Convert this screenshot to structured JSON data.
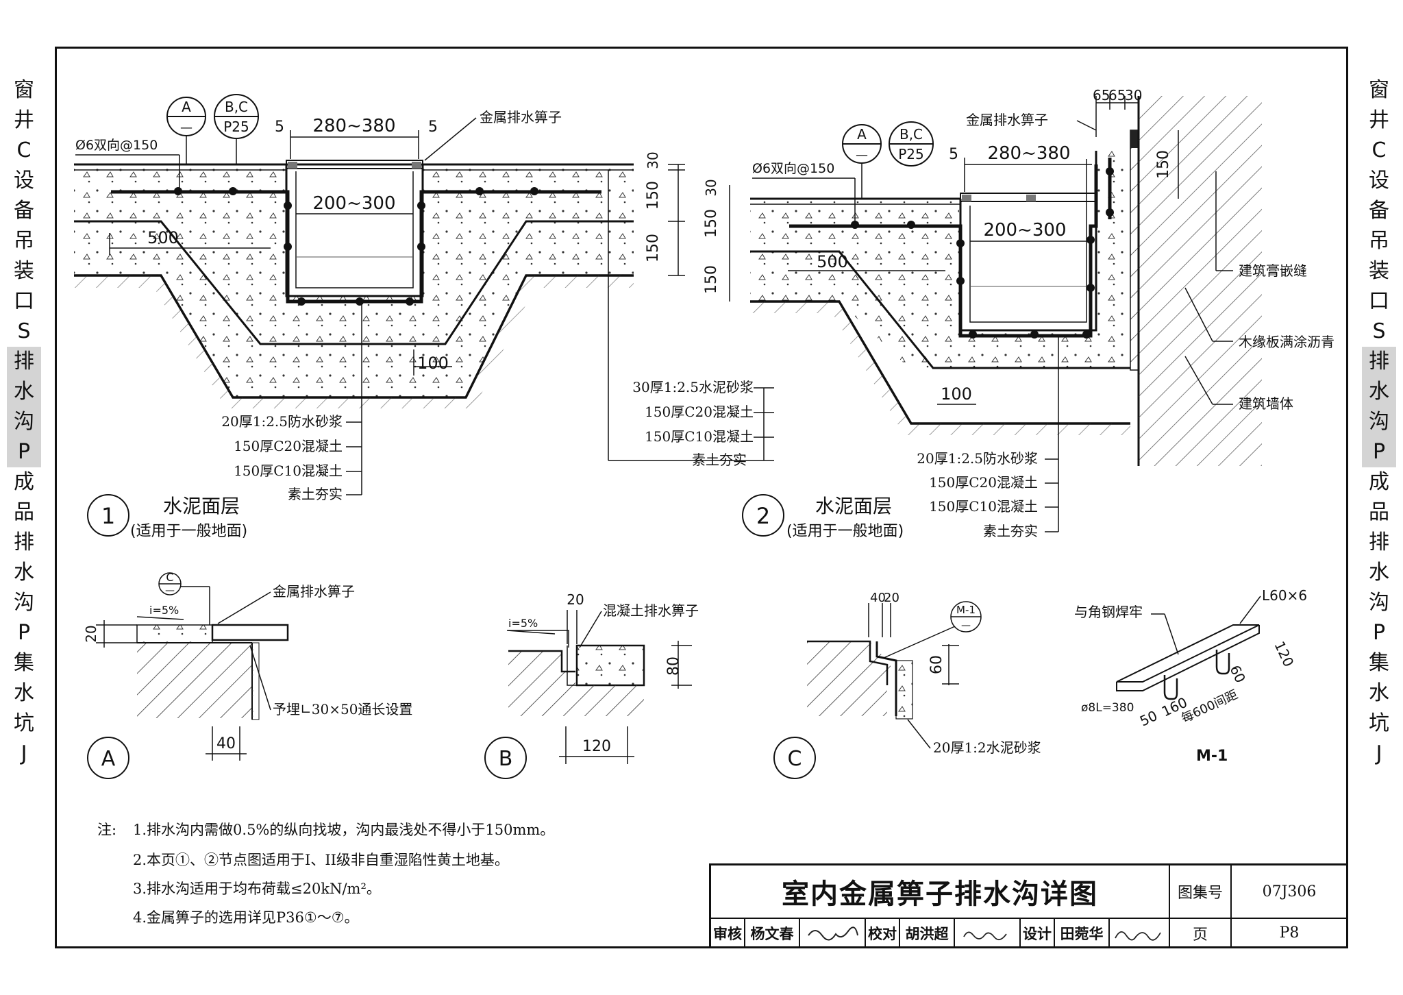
{
  "side_nav": {
    "items": [
      "窗",
      "井",
      "C",
      "设",
      "备",
      "吊",
      "装",
      "口",
      "S",
      "排",
      "水",
      "沟",
      "P",
      "成",
      "品",
      "排",
      "水",
      "沟",
      "P",
      "集",
      "水",
      "坑",
      "J"
    ],
    "highlighted": [
      9,
      10,
      11,
      12
    ]
  },
  "detail1": {
    "ref_a_top": "A",
    "ref_a_bot": "—",
    "ref_b_top": "B,C",
    "ref_b_bot": "P25",
    "dim_5a": "5",
    "dim_5b": "5",
    "dim_top": "280~380",
    "dim_inner": "200~300",
    "dim_30": "30",
    "dim_150a": "150",
    "dim_150b": "150",
    "dim_500": "500",
    "dim_100": "100",
    "rebar": "Ø6双向@150",
    "grate": "金属排水箅子",
    "layers_left": [
      "20厚1:2.5防水砂浆",
      "150厚C20混凝土",
      "150厚C10混凝土",
      "素土夯实"
    ],
    "layers_right": [
      "30厚1:2.5水泥砂浆",
      "150厚C20混凝土",
      "150厚C10混凝土",
      "素土夯实"
    ],
    "num": "1",
    "title": "水泥面层",
    "subtitle": "(适用于一般地面)"
  },
  "detail2": {
    "ref_a_top": "A",
    "ref_a_bot": "—",
    "ref_b_top": "B,C",
    "ref_b_bot": "P25",
    "dim_5": "5",
    "dim_top": "280~380",
    "dim_inner": "200~300",
    "dim_30": "30",
    "dim_150a": "150",
    "dim_150b": "150",
    "dim_150c": "150",
    "dim_65a": "65",
    "dim_65b": "65",
    "dim_30b": "30",
    "dim_500": "500",
    "dim_100": "100",
    "rebar": "Ø6双向@150",
    "grate": "金属排水箅子",
    "wall_notes": [
      "建筑膏嵌缝",
      "木缘板满涂沥青",
      "建筑墙体"
    ],
    "layers": [
      "20厚1:2.5防水砂浆",
      "150厚C20混凝土",
      "150厚C10混凝土",
      "素土夯实"
    ],
    "num": "2",
    "title": "水泥面层",
    "subtitle": "(适用于一般地面)"
  },
  "detailA": {
    "ref_top": "C",
    "ref_bot": "—",
    "slope": "i=5%",
    "dim_20": "20",
    "dim_40": "40",
    "grate": "金属排水箅子",
    "angle": "予埋∟30×50通长设置",
    "label": "A"
  },
  "detailB": {
    "slope": "i=5%",
    "dim_20": "20",
    "dim_80": "80",
    "dim_120": "120",
    "grate": "混凝土排水箅子",
    "label": "B"
  },
  "detailC": {
    "ref_top": "M-1",
    "ref_bot": "—",
    "dim_40": "40",
    "dim_20": "20",
    "dim_60": "60",
    "mortar": "20厚1:2水泥砂浆",
    "label": "C"
  },
  "detailM1": {
    "weld": "与角钢焊牢",
    "angle": "L60×6",
    "dim_120": "120",
    "dim_60": "60",
    "dim_50": "50",
    "dim_160": "160",
    "spacing": "每600间距",
    "bar": "ø8L=380",
    "label": "M-1"
  },
  "notes": {
    "prefix": "注:",
    "items": [
      "1.排水沟内需做0.5%的纵向找坡，沟内最浅处不得小于150mm。",
      "2.本页①、②节点图适用于I、II级非自重湿陷性黄土地基。",
      "3.排水沟适用于均布荷载≤20kN/m²。",
      "4.金属箅子的选用详见P36①～⑦。"
    ]
  },
  "title_block": {
    "title": "室内金属箅子排水沟详图",
    "atlas_label": "图集号",
    "atlas_no": "07J306",
    "page_label": "页",
    "page_no": "P8",
    "review_label": "审核",
    "reviewer": "杨文春",
    "check_label": "校对",
    "checker": "胡洪超",
    "design_label": "设计",
    "designer": "田菀华"
  }
}
